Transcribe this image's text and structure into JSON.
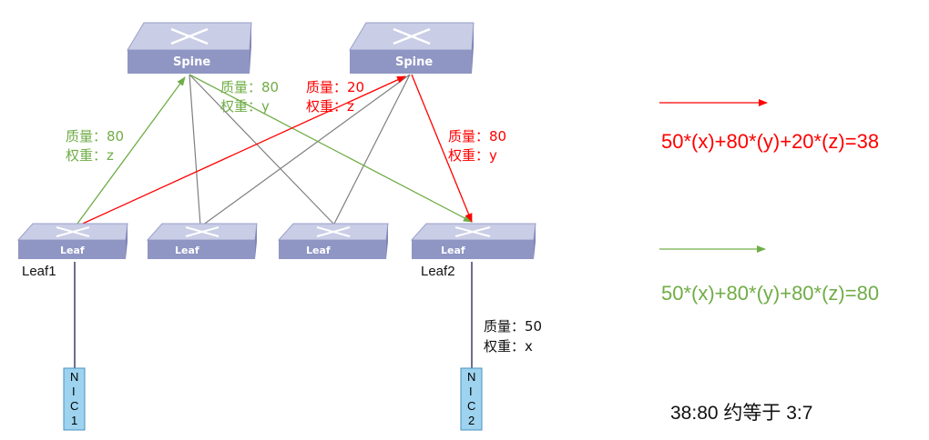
{
  "colors": {
    "red": "#ff0000",
    "green": "#70ad47",
    "gray": "#7f7f7f",
    "switch_top": "#c9cde6",
    "switch_front": "#8f96c4",
    "nic_fill": "#9dd3ef",
    "nic_stroke": "#4a90c2",
    "cable": "#2f2f5f"
  },
  "switches": {
    "spine_label": "Spine",
    "leaf_label": "Leaf"
  },
  "labels": {
    "leaf1": "Leaf1",
    "leaf2": "Leaf2"
  },
  "annotations": {
    "green_left": {
      "line1": "质量：80",
      "line2": "权重：z"
    },
    "green_top": {
      "line1": "质量：80",
      "line2": "权重：y"
    },
    "red_top": {
      "line1": "质量：20",
      "line2": "权重：z"
    },
    "red_right": {
      "line1": "质量：80",
      "line2": "权重：y"
    },
    "nic2": {
      "line1": "质量：50",
      "line2": "权重：x"
    }
  },
  "nics": {
    "nic1": [
      "N",
      "I",
      "C",
      "1"
    ],
    "nic2": [
      "N",
      "I",
      "C",
      "2"
    ]
  },
  "legend": {
    "red_equation": "50*(x)+80*(y)+20*(z)=38",
    "green_equation": "50*(x)+80*(y)+80*(z)=80"
  },
  "note": "38:80 约等于 3:7"
}
